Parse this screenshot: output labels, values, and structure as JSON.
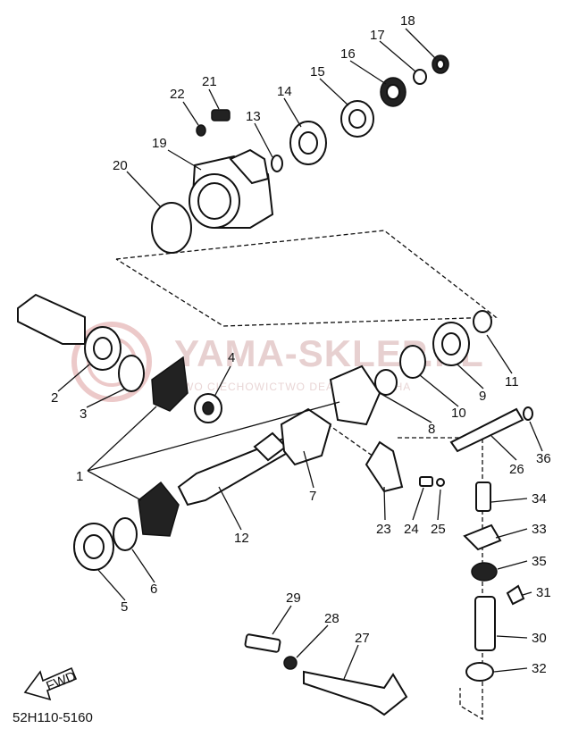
{
  "watermark": {
    "brand": "YAMA-SKLEP.PL",
    "subtitle": "WO CIECHOWICTWO DEALER YAMAHA"
  },
  "drawing_code": "52H110-5160",
  "direction_label": "FWD",
  "callouts": [
    "1",
    "2",
    "3",
    "4",
    "5",
    "6",
    "7",
    "8",
    "9",
    "10",
    "11",
    "12",
    "13",
    "14",
    "15",
    "16",
    "17",
    "18",
    "19",
    "20",
    "21",
    "22",
    "23",
    "24",
    "25",
    "26",
    "27",
    "28",
    "29",
    "30",
    "31",
    "32",
    "33",
    "34",
    "35",
    "36"
  ]
}
